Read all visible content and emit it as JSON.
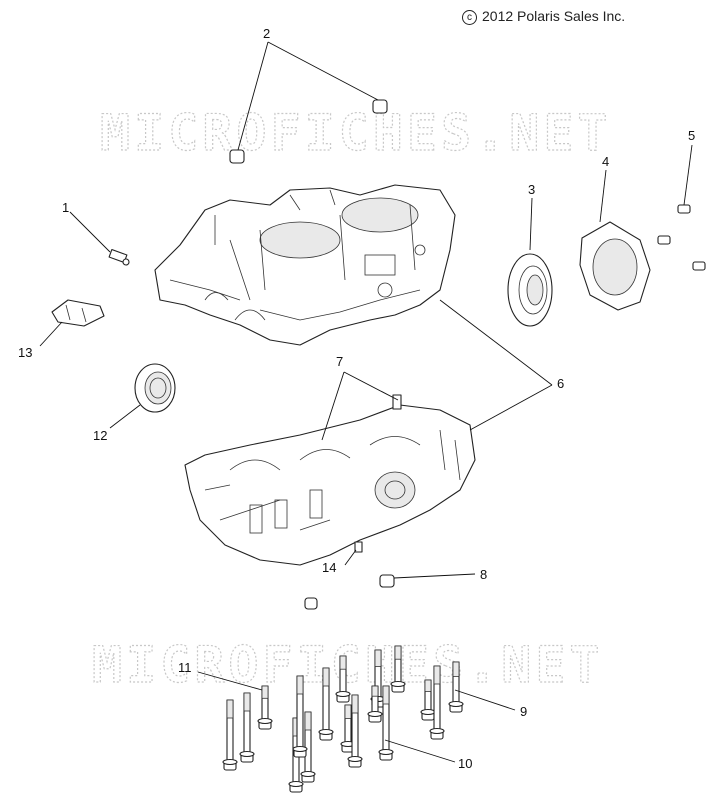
{
  "copyright": {
    "symbol": "c",
    "text": "2012 Polaris Sales Inc."
  },
  "watermark": "MICROFICHES.NET",
  "callouts": [
    "1",
    "2",
    "3",
    "4",
    "5",
    "6",
    "7",
    "8",
    "9",
    "10",
    "11",
    "12",
    "13",
    "14"
  ]
}
